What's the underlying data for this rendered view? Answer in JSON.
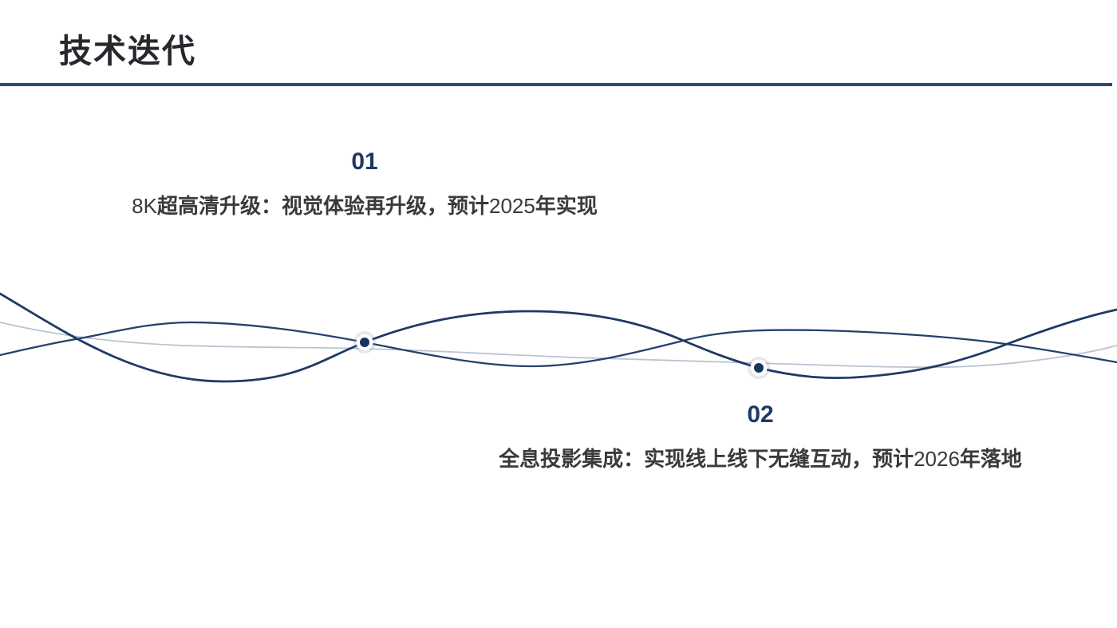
{
  "slide_title": "技术迭代",
  "colors": {
    "accent": "#1F3864",
    "title": "#27282D",
    "body": "#3A3A3C",
    "rule": "#2B4A73",
    "wave-navy": "#1F3A63",
    "wave-navy-2": "#24426C",
    "wave-light": "#B9C4D3",
    "dot-core": "#17355F"
  },
  "timeline": {
    "items": [
      {
        "number": "01",
        "seg_a": "8K",
        "seg_b": "超高清升级：视觉体验再升级，预计",
        "year": "2025",
        "seg_c": "年实现"
      },
      {
        "number": "02",
        "seg_a": "",
        "seg_b": "全息投影集成：实现线上线下无缝互动，预计",
        "year": "2026",
        "seg_c": "年落地"
      }
    ]
  }
}
